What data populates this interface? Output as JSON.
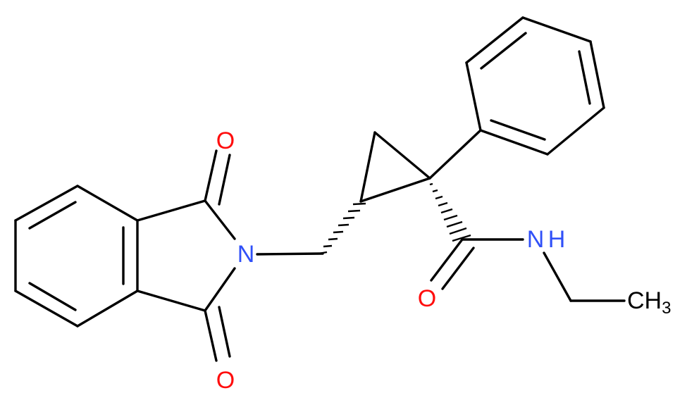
{
  "molecule": {
    "atoms": {
      "o_top": {
        "label": "O",
        "color": "#ff0d0d"
      },
      "o_bottom": {
        "label": "O",
        "color": "#ff0d0d"
      },
      "n_imide": {
        "label": "N",
        "color": "#3050f8"
      },
      "o_amide": {
        "label": "O",
        "color": "#ff0d0d"
      },
      "n_amide": {
        "label": "N",
        "color": "#3050f8"
      },
      "n_amide_h": {
        "label": "H",
        "color": "#3050f8"
      },
      "methyl": {
        "label": "CH",
        "subscript": "3",
        "color": "#000000"
      }
    },
    "bond_color": "#000000"
  }
}
